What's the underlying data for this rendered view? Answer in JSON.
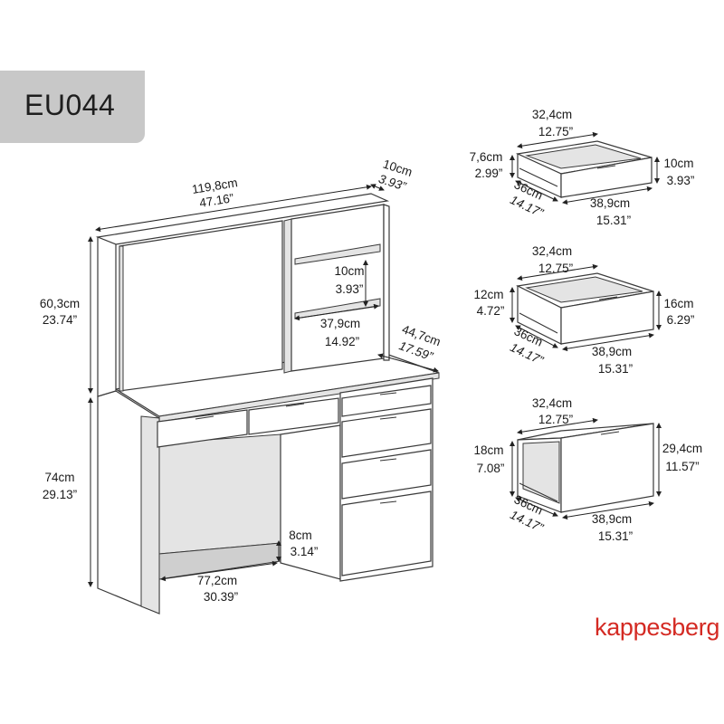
{
  "product_code": "EU044",
  "brand": "kappesberg",
  "brand_color": "#d42a23",
  "code_box_color": "#c8c8c8",
  "desk": {
    "width_cm": "119,8cm",
    "width_in": "47.16”",
    "hutch_depth_cm": "10cm",
    "hutch_depth_in": "3.93”",
    "hutch_height_cm": "60,3cm",
    "hutch_height_in": "23.74”",
    "shelf_height_cm": "10cm",
    "shelf_height_in": "3.93”",
    "shelf_width_cm": "37,9cm",
    "shelf_width_in": "14.92”",
    "depth_cm": "44,7cm",
    "depth_in": "17.59”",
    "height_cm": "74cm",
    "height_in": "29.13”",
    "base_height_cm": "8cm",
    "base_height_in": "3.14”",
    "leg_space_cm": "77,2cm",
    "leg_space_in": "30.39”"
  },
  "drawers": [
    {
      "width_cm": "32,4cm",
      "width_in": "12.75”",
      "inner_height_cm": "7,6cm",
      "inner_height_in": "2.99”",
      "depth_cm": "36cm",
      "depth_in": "14.17”",
      "front_width_cm": "38,9cm",
      "front_width_in": "15.31”",
      "front_height_cm": "10cm",
      "front_height_in": "3.93”"
    },
    {
      "width_cm": "32,4cm",
      "width_in": "12.75”",
      "inner_height_cm": "12cm",
      "inner_height_in": "4.72”",
      "depth_cm": "36cm",
      "depth_in": "14.17”",
      "front_width_cm": "38,9cm",
      "front_width_in": "15.31”",
      "front_height_cm": "16cm",
      "front_height_in": "6.29”"
    },
    {
      "width_cm": "32,4cm",
      "width_in": "12.75”",
      "inner_height_cm": "18cm",
      "inner_height_in": "7.08”",
      "depth_cm": "36cm",
      "depth_in": "14.17”",
      "front_width_cm": "38,9cm",
      "front_width_in": "15.31”",
      "front_height_cm": "29,4cm",
      "front_height_in": "11.57”"
    }
  ]
}
